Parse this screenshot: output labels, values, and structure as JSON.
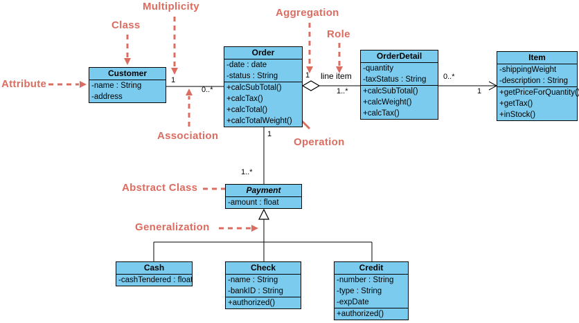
{
  "colors": {
    "class_fill": "#7BCBEE",
    "annotation": "#DB6C60",
    "line": "#000000"
  },
  "annotations": {
    "multiplicity": "Multiplicity",
    "class": "Class",
    "aggregation": "Aggregation",
    "role": "Role",
    "attribute": "Attribute",
    "association": "Association",
    "operation": "Operation",
    "abstract_class": "Abstract Class",
    "generalization": "Generalization"
  },
  "classes": {
    "customer": {
      "name": "Customer",
      "attributes": [
        "-name : String",
        "-address"
      ],
      "operations": []
    },
    "order": {
      "name": "Order",
      "attributes": [
        "-date : date",
        "-status : String"
      ],
      "operations": [
        "+calcSubTotal()",
        "+calcTax()",
        "+calcTotal()",
        "+calcTotalWeight()"
      ]
    },
    "order_detail": {
      "name": "OrderDetail",
      "attributes": [
        "-quantity",
        "-taxStatus : String"
      ],
      "operations": [
        "+calcSubTotal()",
        "+calcWeight()",
        "+calcTax()"
      ]
    },
    "item": {
      "name": "Item",
      "attributes": [
        "-shippingWeight",
        "-description : String"
      ],
      "operations": [
        "+getPriceForQuantity()",
        "+getTax()",
        "+inStock()"
      ]
    },
    "payment": {
      "name": "Payment",
      "abstract": true,
      "attributes": [
        "-amount : float"
      ],
      "operations": []
    },
    "cash": {
      "name": "Cash",
      "attributes": [
        "-cashTendered : float"
      ],
      "operations": []
    },
    "check": {
      "name": "Check",
      "attributes": [
        "-name : String",
        "-bankID : String"
      ],
      "operations": [
        "+authorized()"
      ]
    },
    "credit": {
      "name": "Credit",
      "attributes": [
        "-number : String",
        "-type : String",
        "-expDate"
      ],
      "operations": [
        "+authorized()"
      ]
    }
  },
  "edges": {
    "customer_order": {
      "type": "association",
      "from_multiplicity": "1",
      "to_multiplicity": "0..*"
    },
    "order_orderdetail": {
      "type": "aggregation",
      "from_multiplicity": "1",
      "role": "line item",
      "to_multiplicity": "1..*"
    },
    "orderdetail_item": {
      "type": "directed association",
      "from_multiplicity": "0..*",
      "to_multiplicity": "1"
    },
    "order_payment": {
      "type": "association",
      "from_multiplicity": "1",
      "to_multiplicity": "1..*"
    },
    "payment_children": {
      "type": "generalization"
    }
  }
}
